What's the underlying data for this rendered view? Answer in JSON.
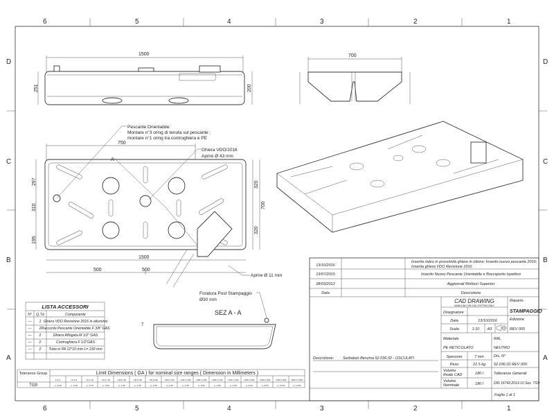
{
  "frame": {
    "columns": [
      "6",
      "5",
      "4",
      "3",
      "2",
      "1"
    ],
    "rows": [
      "D",
      "C",
      "B",
      "A"
    ]
  },
  "views": {
    "front": {
      "width_dim": "1500",
      "height_left": "251",
      "height_right": "200"
    },
    "side": {
      "width_dim": "700"
    },
    "top": {
      "dim_750": "750",
      "dim_297": "297",
      "dim_310": "310",
      "dim_195": "195",
      "dim_1500": "1500",
      "dim_500a": "500",
      "dim_500b": "500",
      "dim_320a": "320",
      "dim_320b": "320",
      "dim_700": "700",
      "section_mark": "A"
    },
    "section": {
      "title": "SEZ A - A",
      "mark": "7"
    }
  },
  "notes": {
    "pescante": [
      "Pescante Orientabile:",
      "Montare n°3 oring di tenuta sul pescante ;",
      "montare n°1 oring tra controghiera e PE"
    ],
    "ghiera": [
      "Ghiera VDO/2016",
      "Aprire Ø 43 mm"
    ],
    "aprire11": "Aprire Ø 11 mm",
    "foratura": [
      "Foratura Post Stampaggio",
      "Ø30 mm"
    ]
  },
  "accessories": {
    "title": "LISTA ACCESSORI",
    "headers": [
      "N°",
      "Q.Tà",
      "Componente"
    ],
    "rows": [
      [
        "—",
        "1",
        "Ghiera VDO Revisione 2016 in alluminio"
      ],
      [
        "—",
        "2",
        "Raccordo Pescante Orientabile F 3/8\" GAS"
      ],
      [
        "—",
        "2",
        "Ghiera Affogata M 1/2\" GAS"
      ],
      [
        "—",
        "2",
        "Controghiera F 1/2\"GAS"
      ],
      [
        "—",
        "2",
        "Tubo in PA 12*10 mm L= 230 mm"
      ]
    ]
  },
  "tolerance": {
    "group_header": "Tolerance Group",
    "title": "Limit Dimensions ( GA ) for nominal size ranges ( Dimension in Millimeters )",
    "group": "TG9",
    "ranges": [
      "1 to 3",
      ">3 to 6",
      ">6 to 10",
      ">10 to 18",
      ">18 to 30",
      ">30 to 50",
      ">50 to 80",
      ">80 to 120",
      ">120 to 180",
      ">180 to 250",
      ">250 to 315",
      ">315 to 400",
      ">400 to 500",
      ">500 to 630",
      ">630 to 800",
      ">800 to 1000"
    ],
    "values": [
      "+/- 0.30",
      "+/- 0.40",
      "+/- 0.75",
      "+/- 0.90",
      "+/- 1.05",
      "+/- 1.25",
      "+/- 1.50",
      "+/- 2.20",
      "+/- 3.15",
      "+/- 3.60",
      "+/- 4.05",
      "+/- 4.45",
      "+/- 6.20",
      "+/- 8.50",
      "+/- 10.00",
      "+/- 11.50"
    ]
  },
  "revisions": [
    {
      "date": "13/10/2016",
      "desc": [
        "Inserita rialzo in prossimità ghiere in ottone; Inserito nuovo pescante 2016;",
        "Inserita ghiera VDO Revisione 2016"
      ]
    },
    {
      "date": "13/07/2015",
      "desc": [
        "Inserito Nuovo Pescante Orientabile e Boccaporto Ispettivo"
      ]
    },
    {
      "date": "28/03/2012",
      "desc": [
        "Aggiornati Rinforzi Superiori"
      ]
    }
  ],
  "revision_headers": {
    "date": "Data",
    "desc": "Descrizione"
  },
  "title_block": {
    "cad_title": "CAD  DRAWING",
    "cad_sub": "HANDLING ON CAD SYSTEM ONLY",
    "reparto_label": "Reparto",
    "reparto": "STAMPAGGIO",
    "disegnatore_label": "Disegnatore",
    "data_label": "Data",
    "data": "13/10/2016",
    "edizione_label": "Edizione",
    "scala_label": "Scala",
    "scala": "1:10",
    "format": "A3",
    "edizione": "REV 005",
    "materiale_label": "Materiale",
    "materiale": "PE RETICOLATO",
    "ral_label": "RAL",
    "ral": "NEUTRO",
    "descrizione_label": "Descrizione:",
    "descrizione": "Serbatoio Benzina 52.036.02 - OSCULATI",
    "spessore_label": "Spessore",
    "spessore": "7 mm",
    "peso_label": "Peso",
    "peso": "21.5 kg",
    "vol_cad_label": [
      "Volume",
      "Reale CAD"
    ],
    "vol_cad": "180 l",
    "vol_nom_label": [
      "Volume",
      "Nominale"
    ],
    "vol_nom": "180 l",
    "dis_label": "Dis. N°",
    "dis": "52.036.02 REV 005",
    "toll_label": "Tolleranze Generali",
    "toll": "DIN 16742:2013-10 Sez. TG9",
    "foglio": "Foglio 1 di 1"
  }
}
